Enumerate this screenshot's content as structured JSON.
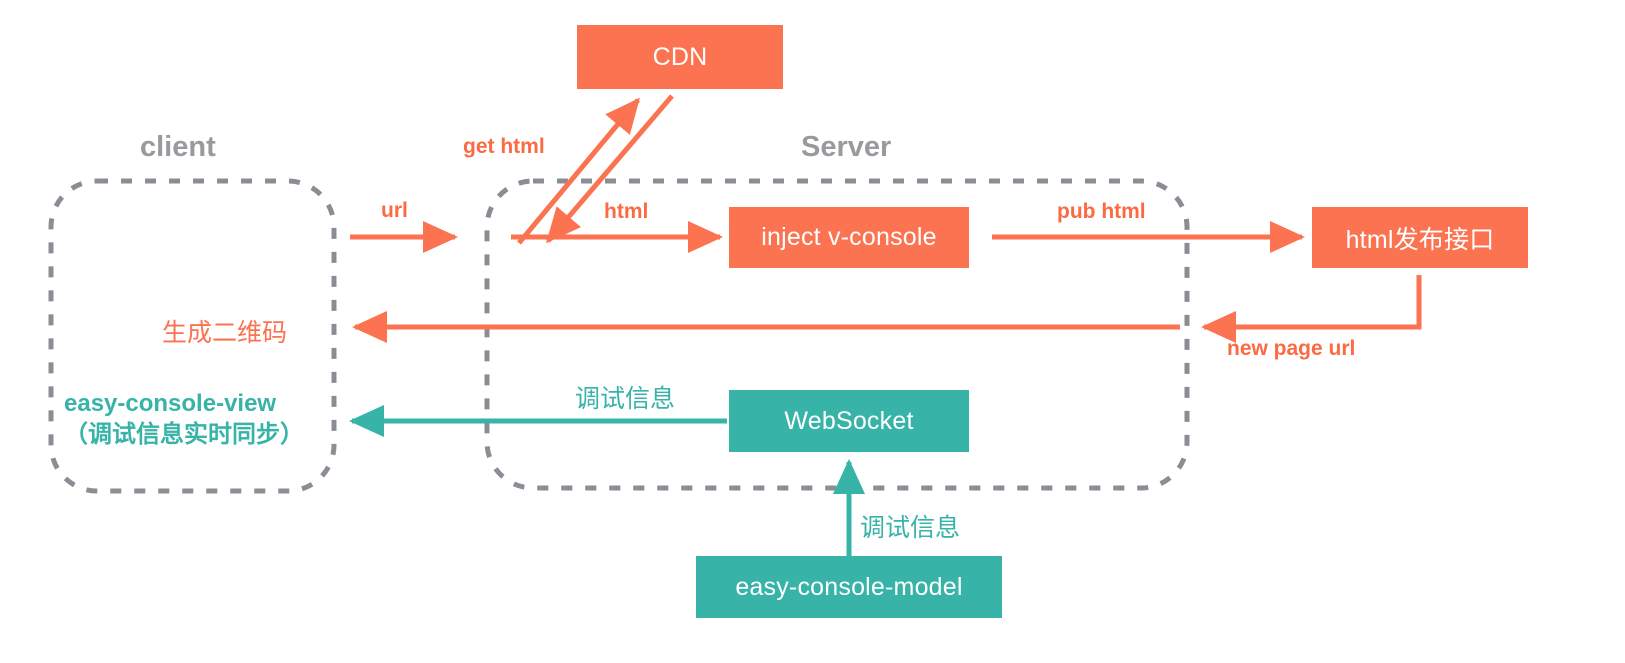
{
  "diagram": {
    "title_client": "client",
    "title_server": "Server",
    "nodes": {
      "cdn": "CDN",
      "inject": "inject v-console",
      "publish": "html发布接口",
      "websocket": "WebSocket",
      "model": "easy-console-model"
    },
    "edges": {
      "url": "url",
      "get_html": "get html",
      "html": "html",
      "pub_html": "pub html",
      "new_page_url": "new page url",
      "qrcode": "生成二维码",
      "debug_info_ws": "调试信息",
      "debug_info_model": "调试信息"
    },
    "client_note": {
      "line1": "easy-console-view",
      "line2": "（调试信息实时同步）"
    },
    "colors": {
      "orange": "#fb7350",
      "orange_text": "#fb6a42",
      "teal": "#37b3a8",
      "gray": "#9a9a9e",
      "dashed_border": "#8a8d93",
      "background": "#ffffff"
    }
  }
}
